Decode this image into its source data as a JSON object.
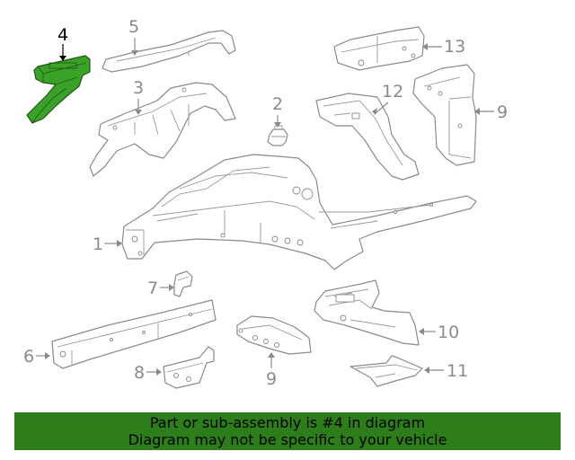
{
  "callouts": {
    "c1": "1",
    "c2": "2",
    "c3": "3",
    "c4": "4",
    "c5": "5",
    "c6": "6",
    "c7": "7",
    "c8": "8",
    "c9a": "9",
    "c9b": "9",
    "c10": "10",
    "c11": "11",
    "c12": "12",
    "c13": "13"
  },
  "highlighted_part": "4",
  "colors": {
    "highlight": "#3aa228",
    "banner": "#2d7d1a",
    "line": "#8a8a8a"
  },
  "banner": {
    "line1": "Part or sub-assembly is #4 in diagram",
    "line2": "Diagram may not be specific to your vehicle"
  }
}
